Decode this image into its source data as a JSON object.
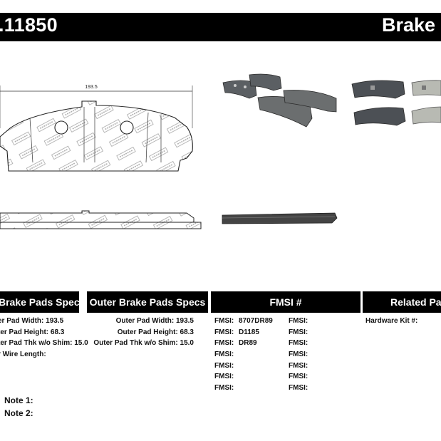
{
  "header": {
    "part_number": ".11850",
    "brand_title": "Brake P"
  },
  "drawing": {
    "width_dim": "193.5",
    "watermark": "STOPTECH"
  },
  "spec_table": {
    "inner_header": "Brake Pads Specs",
    "outer_header": "Outer Brake Pads Specs",
    "fmsi_header": "FMSI #",
    "related_header": "Related Par",
    "inner_rows": [
      {
        "label": "er Pad Width:",
        "value": "193.5"
      },
      {
        "label": "ter Pad Height:",
        "value": "68.3"
      },
      {
        "label": "ter Pad Thk w/o Shim:",
        "value": "15.0"
      },
      {
        "label": "r Wire Length:",
        "value": ""
      }
    ],
    "outer_rows": [
      {
        "label": "Outer Pad Width:",
        "value": "193.5"
      },
      {
        "label": "Outer Pad Height:",
        "value": "68.3"
      },
      {
        "label": "Outer Pad Thk w/o Shim:",
        "value": "15.0"
      }
    ],
    "fmsi_col1": [
      {
        "label": "FMSI:",
        "value": "8707DR89"
      },
      {
        "label": "FMSI:",
        "value": "D1185"
      },
      {
        "label": "FMSI:",
        "value": "DR89"
      },
      {
        "label": "FMSI:",
        "value": ""
      },
      {
        "label": "FMSI:",
        "value": ""
      },
      {
        "label": "FMSI:",
        "value": ""
      },
      {
        "label": "FMSI:",
        "value": ""
      }
    ],
    "fmsi_col2": [
      {
        "label": "FMSI:"
      },
      {
        "label": "FMSI:"
      },
      {
        "label": "FMSI:"
      },
      {
        "label": "FMSI:"
      },
      {
        "label": "FMSI:"
      },
      {
        "label": "FMSI:"
      },
      {
        "label": "FMSI:"
      }
    ],
    "related": [
      {
        "label": "Hardware Kit #:",
        "value": ""
      }
    ]
  },
  "notes": [
    {
      "label": "Note 1:",
      "value": ""
    },
    {
      "label": "Note 2:",
      "value": ""
    }
  ],
  "colors": {
    "bar": "#000000",
    "pad_line": "#3a3a3a",
    "pad_fill_dark": "#5b5f63",
    "pad_fill_light": "#b8bab3"
  }
}
